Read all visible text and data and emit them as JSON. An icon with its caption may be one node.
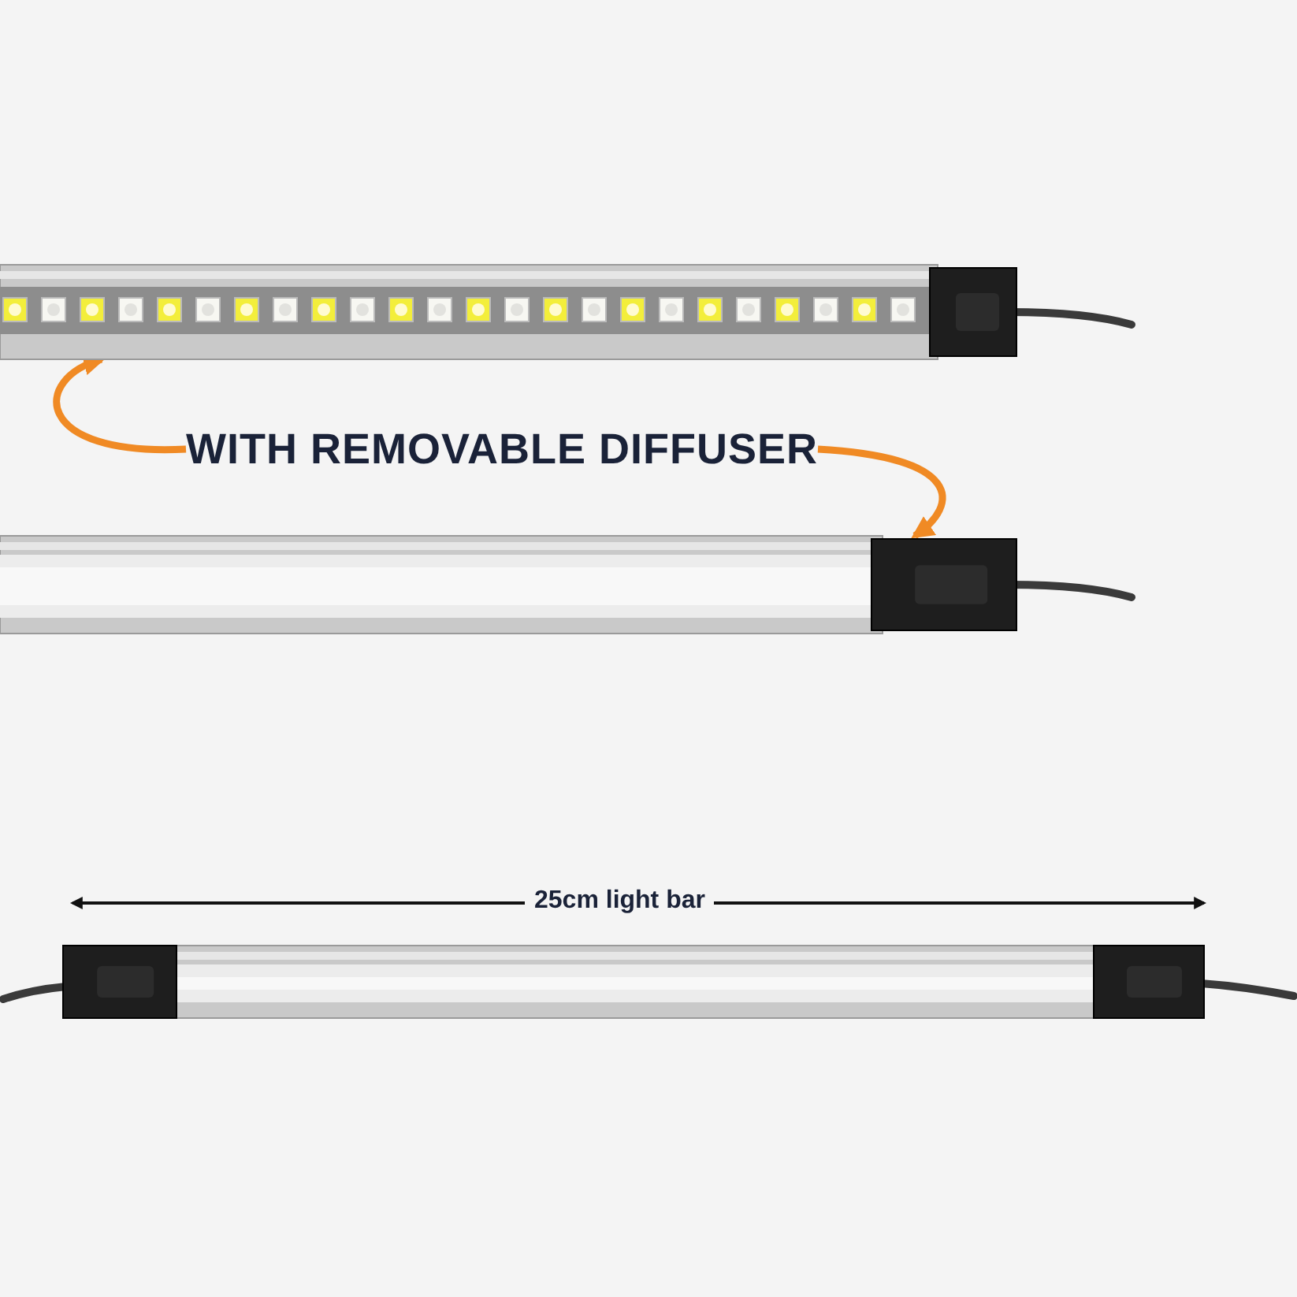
{
  "diagram": {
    "nodes": [
      {
        "text": [
          "WITH REMOVABLE DIFFUSER"
        ]
      },
      {
        "text": [],
        "shape": "picture"
      },
      {
        "text": [],
        "shape": "picture"
      }
    ],
    "edges": [
      {
        "from": 0,
        "to": 1,
        "arrow": "to"
      },
      {
        "from": 0,
        "to": 2,
        "arrow": "to"
      }
    ],
    "labels": [
      "25cm light bar"
    ]
  }
}
